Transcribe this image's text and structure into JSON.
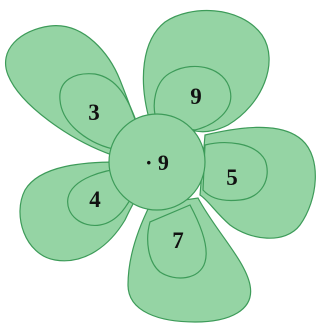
{
  "colors": {
    "petal_fill": "#95d4a4",
    "petal_stroke": "#3d9b59",
    "text": "#111111"
  },
  "flower": {
    "center": {
      "label": "· 9"
    },
    "petals": [
      {
        "id": "upper-left",
        "value": "3"
      },
      {
        "id": "top",
        "value": "9"
      },
      {
        "id": "right",
        "value": "5"
      },
      {
        "id": "bottom",
        "value": "7"
      },
      {
        "id": "left",
        "value": "4"
      }
    ]
  }
}
